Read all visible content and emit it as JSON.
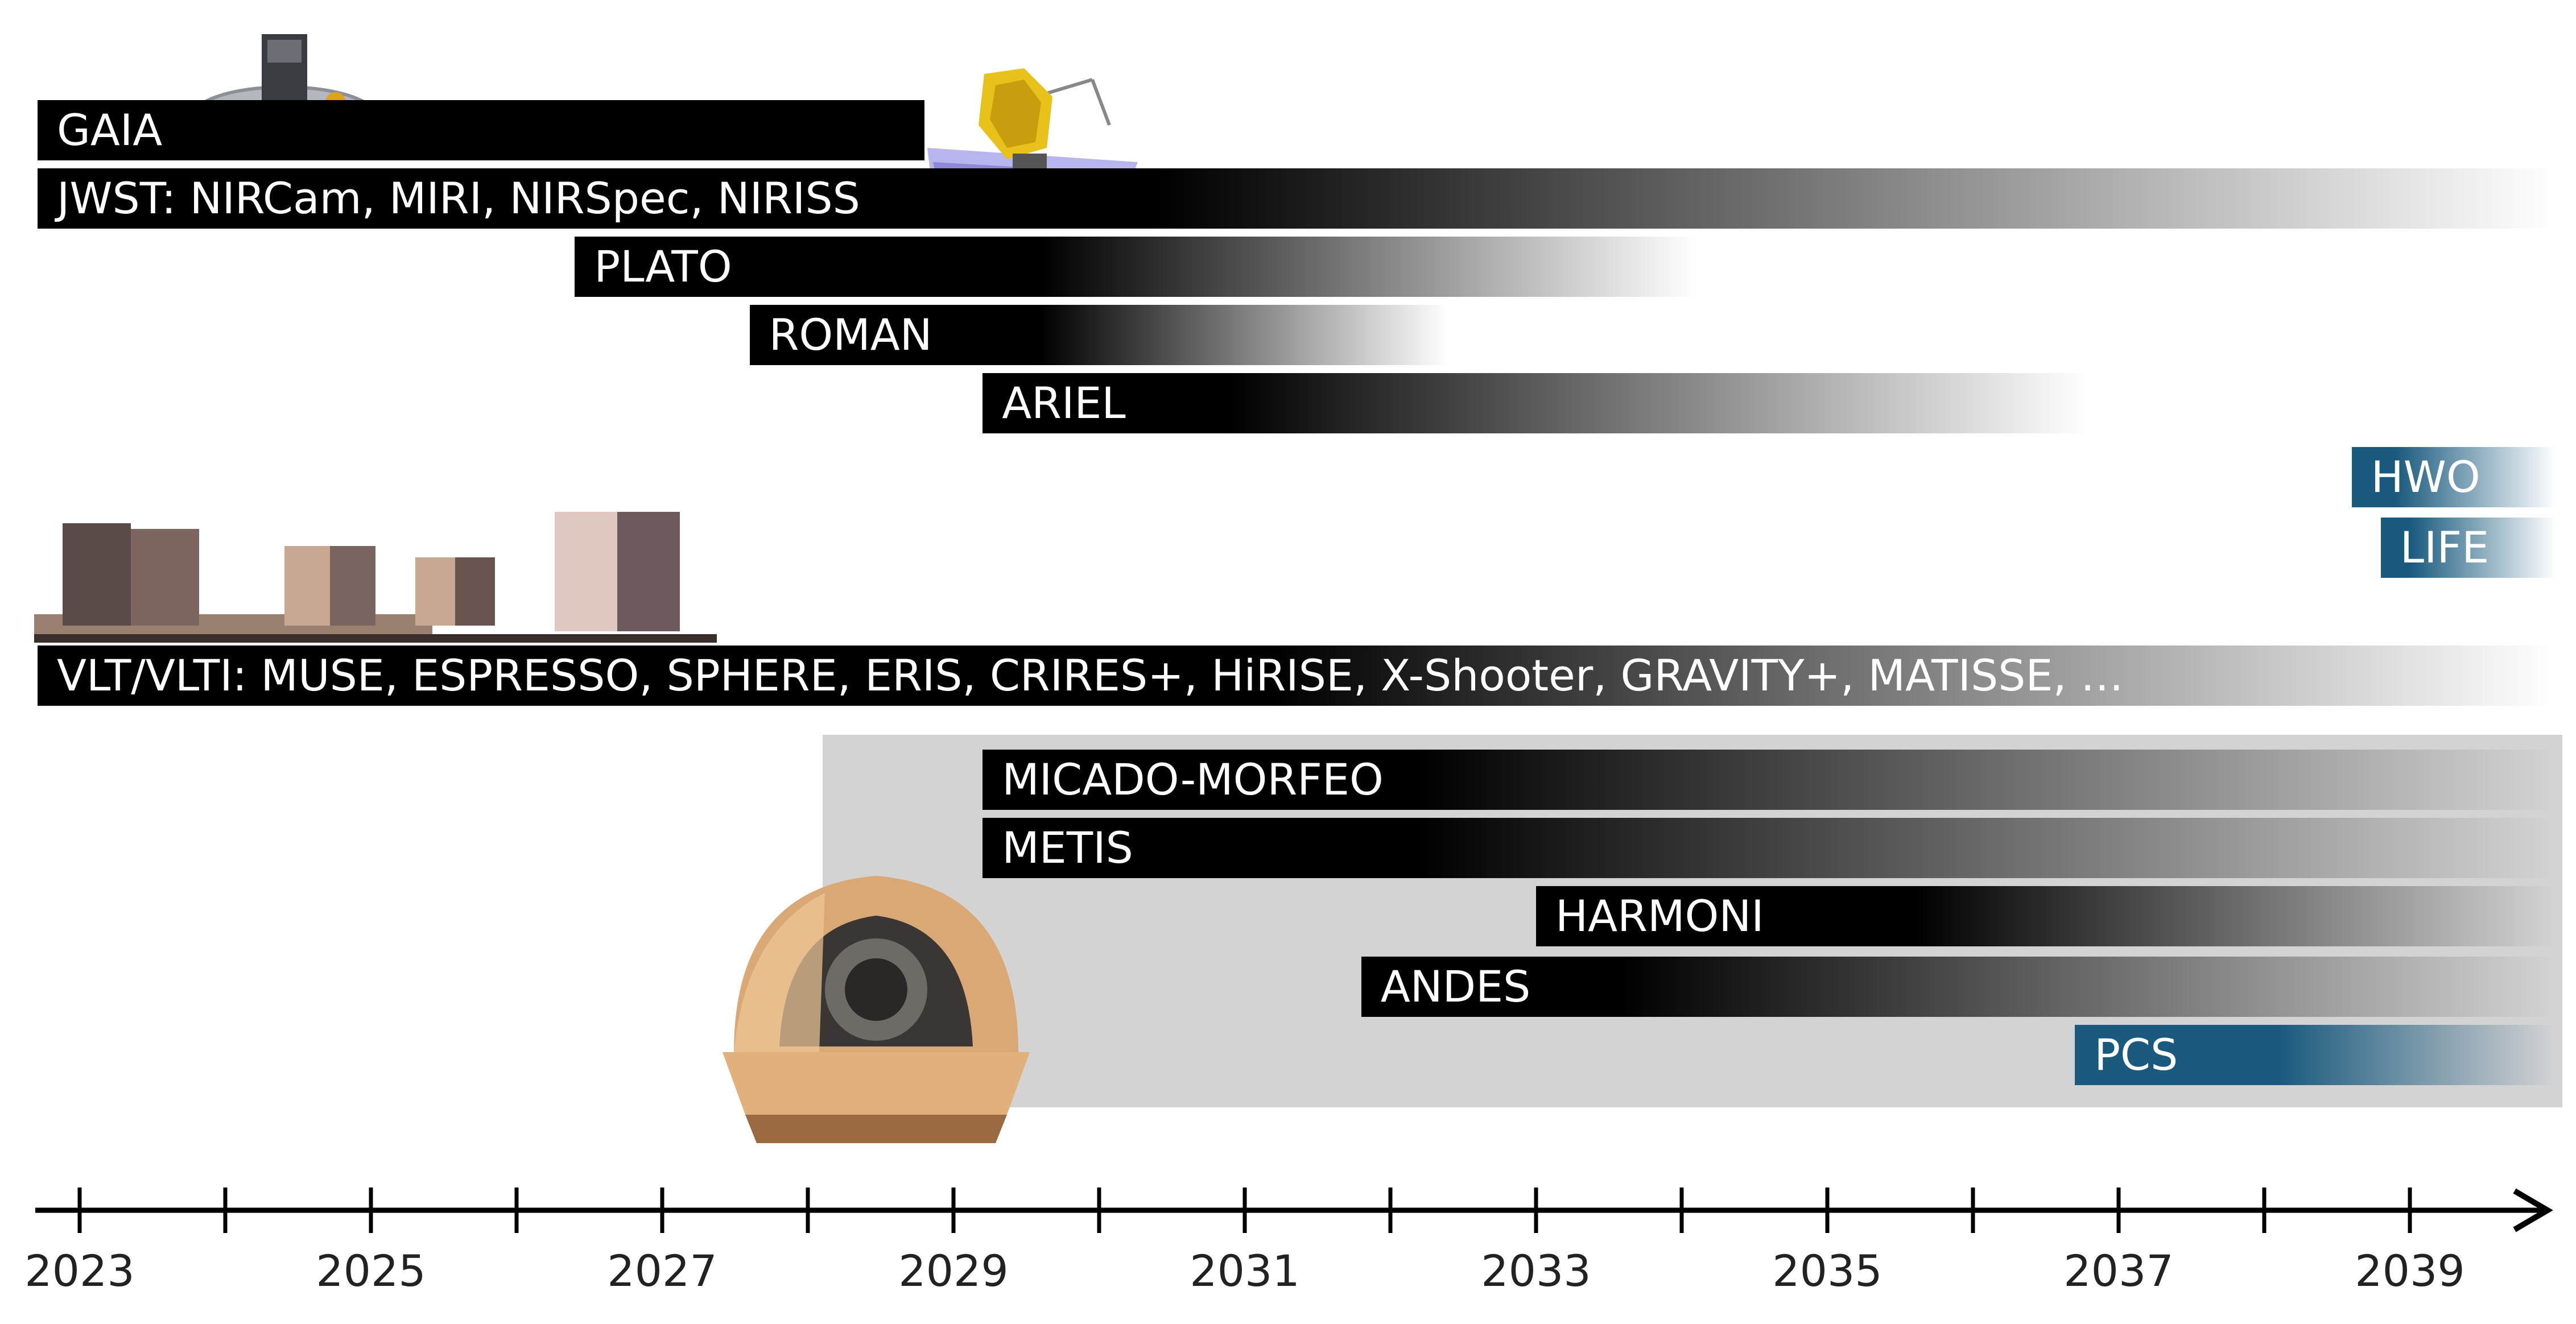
{
  "timeline": {
    "start_year": 2023,
    "end_year": 2040,
    "tick_labels": [
      "2023",
      "2025",
      "2027",
      "2029",
      "2031",
      "2033",
      "2035",
      "2037",
      "2039"
    ]
  },
  "colors": {
    "bar": "#000000",
    "bar_blue": "#1a5a7e",
    "elt_zone": "#d3d3d3",
    "axis": "#000000"
  },
  "elt_zone": {
    "start": 2028.1,
    "end": 2040.0
  },
  "bars": [
    {
      "id": "gaia",
      "label": "GAIA",
      "start": 2023.0,
      "end": 2028.8,
      "fade": null,
      "color": "black"
    },
    {
      "id": "jwst",
      "label": "JWST: NIRCam, MIRI, NIRSpec, NIRISS",
      "start": 2023.0,
      "end": 2040.0,
      "fade": [
        2030.4,
        2040.0
      ],
      "color": "black"
    },
    {
      "id": "plato",
      "label": "PLATO",
      "start": 2026.4,
      "end": 2034.1,
      "fade": [
        2029.6,
        2034.1
      ],
      "color": "black"
    },
    {
      "id": "roman",
      "label": "ROMAN",
      "start": 2027.6,
      "end": 2032.4,
      "fade": [
        2029.6,
        2032.4
      ],
      "color": "black"
    },
    {
      "id": "ariel",
      "label": "ARIEL",
      "start": 2029.2,
      "end": 2036.8,
      "fade": [
        2030.9,
        2036.8
      ],
      "color": "black"
    },
    {
      "id": "hwo",
      "label": "HWO",
      "start": 2038.6,
      "end": 2040.0,
      "fade": [
        2038.9,
        2040.0
      ],
      "color": "blue"
    },
    {
      "id": "life",
      "label": "LIFE",
      "start": 2038.8,
      "end": 2040.0,
      "fade": [
        2039.0,
        2040.0
      ],
      "color": "blue"
    },
    {
      "id": "vlt",
      "label": "VLT/VLTI: MUSE, ESPRESSO, SPHERE, ERIS, CRIRES+, HiRISE, X-Shooter, GRAVITY+, MATISSE, …",
      "start": 2023.0,
      "end": 2040.0,
      "fade": [
        2031.2,
        2040.0
      ],
      "color": "black"
    },
    {
      "id": "micado",
      "label": "MICADO-MORFEO",
      "start": 2029.2,
      "end": 2040.0,
      "fade": [
        2032.2,
        2040.0
      ],
      "color": "black"
    },
    {
      "id": "metis",
      "label": "METIS",
      "start": 2029.2,
      "end": 2040.0,
      "fade": [
        2032.2,
        2040.0
      ],
      "color": "black"
    },
    {
      "id": "harmoni",
      "label": "HARMONI",
      "start": 2033.0,
      "end": 2040.0,
      "fade": [
        2035.6,
        2040.0
      ],
      "color": "black"
    },
    {
      "id": "andes",
      "label": "ANDES",
      "start": 2031.8,
      "end": 2040.0,
      "fade": [
        2033.6,
        2040.0
      ],
      "color": "black"
    },
    {
      "id": "pcs",
      "label": "PCS",
      "start": 2036.7,
      "end": 2040.0,
      "fade": [
        2038.1,
        2040.0
      ],
      "color": "blue"
    }
  ]
}
